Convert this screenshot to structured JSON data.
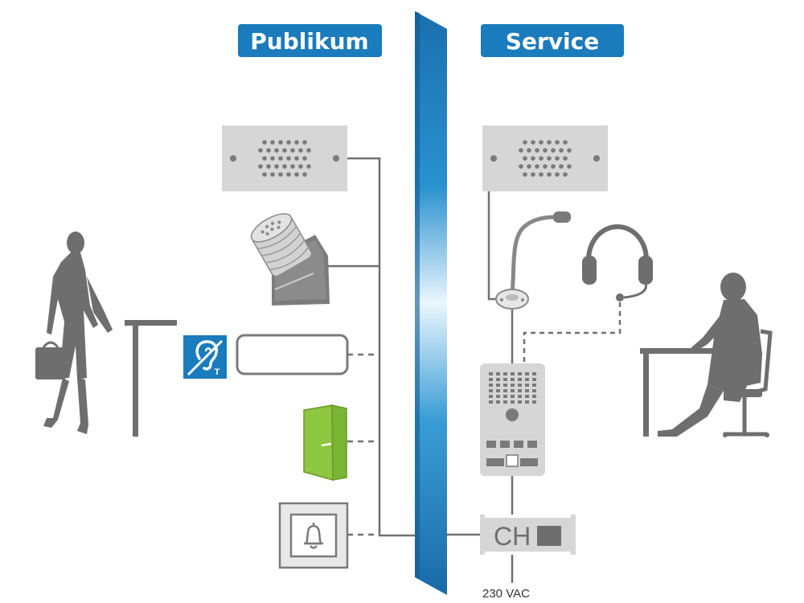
{
  "labels": {
    "left": "Publikum",
    "right": "Service"
  },
  "control_unit": {
    "text": "CH",
    "power": "230 VAC"
  },
  "colors": {
    "label_bg": "#1a7bbd",
    "panel": "#d6d6d6",
    "panel_dark": "#7a7a7a",
    "silhouette": "#6e6e6e",
    "line": "#707070",
    "divider_light": "#cfe9f7",
    "divider_dark": "#1a78b8",
    "loop_icon": "#1a7bbd",
    "green_device": "#8dc63f"
  },
  "icons": {
    "hearing_loop": "hearing-loop-icon",
    "bell": "bell-icon",
    "headset": "headset-icon",
    "gooseneck_mic": "gooseneck-microphone-icon"
  }
}
